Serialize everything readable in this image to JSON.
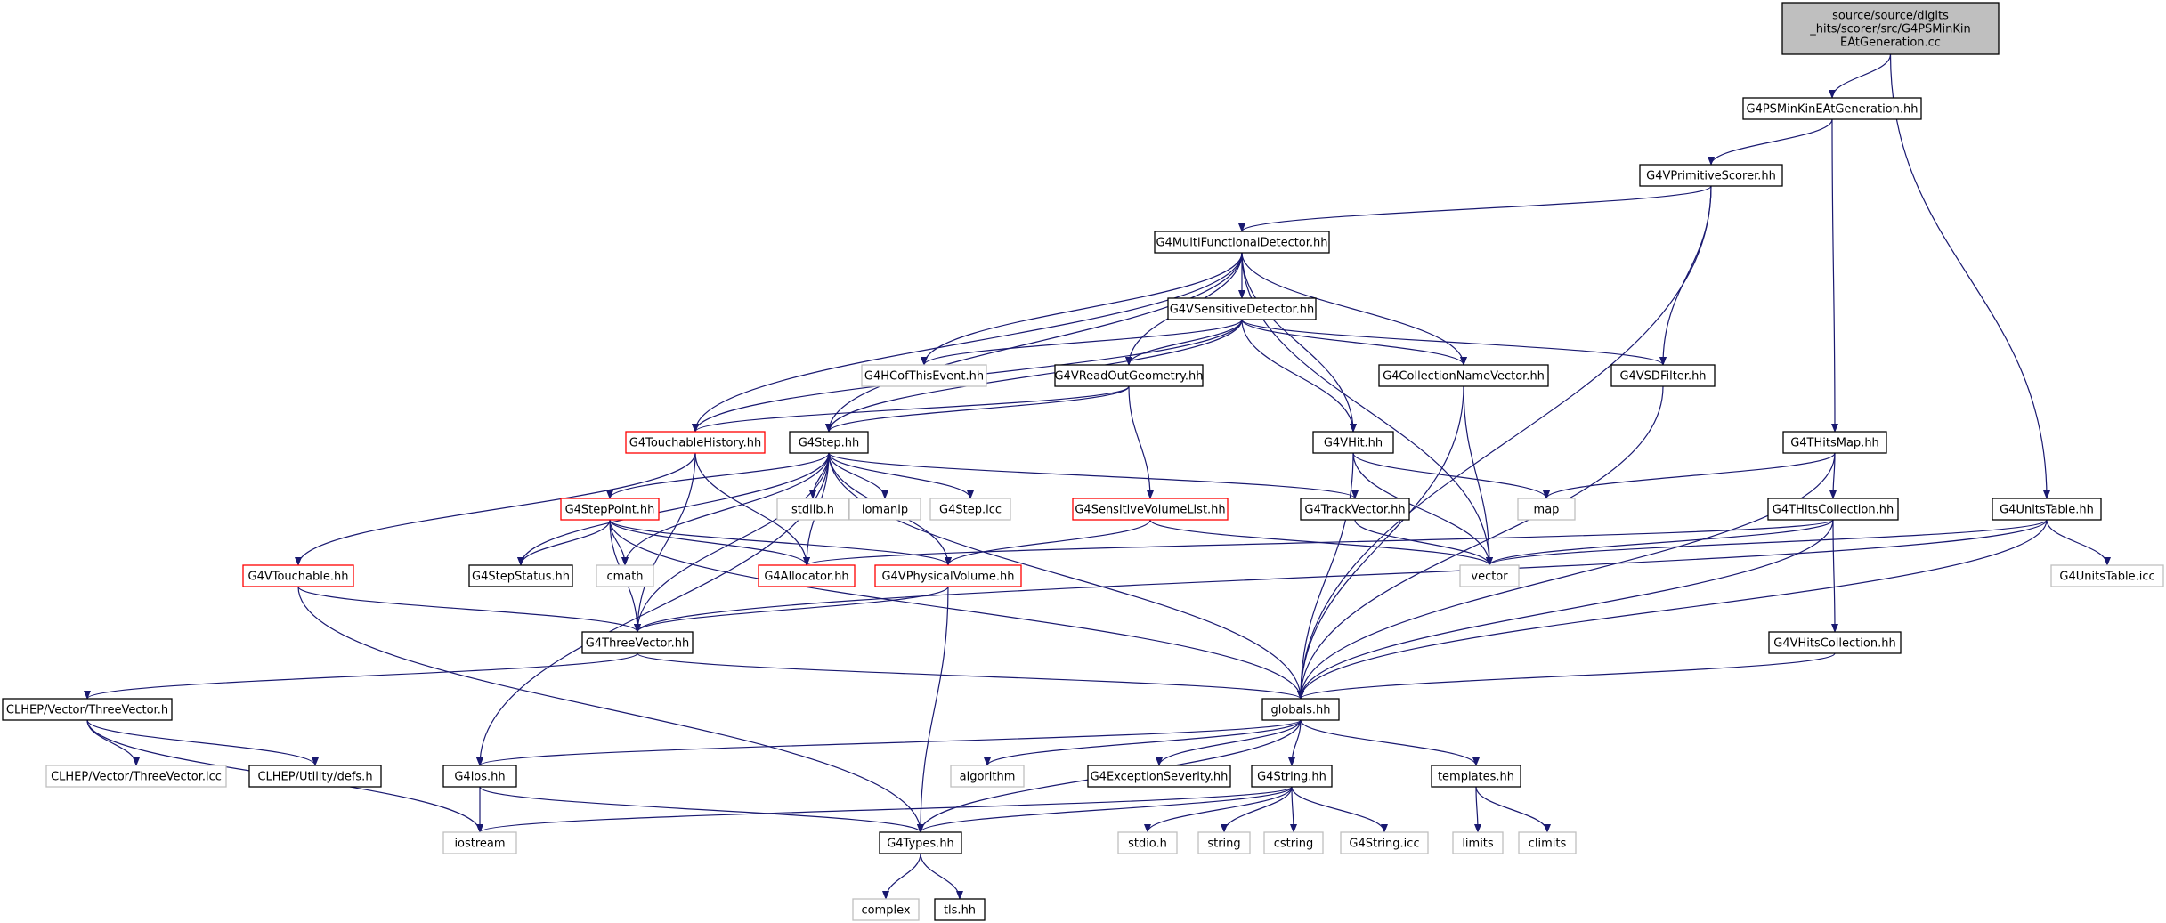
{
  "colors": {
    "edge": "#191970",
    "root_fill": "#bfbfbf",
    "node_border": "#000000",
    "undocumented_border": "#ff0000",
    "external_border": "#bfbfbf",
    "background": "#ffffff"
  },
  "nodes": [
    {
      "id": "root",
      "label_lines": [
        "source/source/digits",
        "_hits/scorer/src/G4PSMinKin",
        "EAtGeneration.cc"
      ],
      "kind": "root"
    },
    {
      "id": "g4psminkineatgeneration",
      "label": "G4PSMinKinEAtGeneration.hh",
      "kind": "documented"
    },
    {
      "id": "g4vprimitivescorer",
      "label": "G4VPrimitiveScorer.hh",
      "kind": "documented"
    },
    {
      "id": "g4multifunctionaldetector",
      "label": "G4MultiFunctionalDetector.hh",
      "kind": "documented"
    },
    {
      "id": "g4vsensitivedetector",
      "label": "G4VSensitiveDetector.hh",
      "kind": "documented"
    },
    {
      "id": "g4hcofthisevent",
      "label": "G4HCofThisEvent.hh",
      "kind": "external"
    },
    {
      "id": "g4vreadoutgeometry",
      "label": "G4VReadOutGeometry.hh",
      "kind": "documented"
    },
    {
      "id": "g4collectionnamevector",
      "label": "G4CollectionNameVector.hh",
      "kind": "documented"
    },
    {
      "id": "g4vsdfilter",
      "label": "G4VSDFilter.hh",
      "kind": "documented"
    },
    {
      "id": "g4touchablehistory",
      "label": "G4TouchableHistory.hh",
      "kind": "undocumented"
    },
    {
      "id": "g4step",
      "label": "G4Step.hh",
      "kind": "documented"
    },
    {
      "id": "g4vhit",
      "label": "G4VHit.hh",
      "kind": "documented"
    },
    {
      "id": "g4thitsmap",
      "label": "G4THitsMap.hh",
      "kind": "documented"
    },
    {
      "id": "stdlib",
      "label": "stdlib.h",
      "kind": "external"
    },
    {
      "id": "iomanip",
      "label": "iomanip",
      "kind": "external"
    },
    {
      "id": "g4stepicc",
      "label": "G4Step.icc",
      "kind": "external"
    },
    {
      "id": "g4stepoint",
      "label": "G4StepPoint.hh",
      "kind": "undocumented"
    },
    {
      "id": "g4sensitivevolumelist",
      "label": "G4SensitiveVolumeList.hh",
      "kind": "undocumented"
    },
    {
      "id": "g4trackvector",
      "label": "G4TrackVector.hh",
      "kind": "documented"
    },
    {
      "id": "map",
      "label": "map",
      "kind": "external"
    },
    {
      "id": "g4thitscollection",
      "label": "G4THitsCollection.hh",
      "kind": "documented"
    },
    {
      "id": "g4unitstable",
      "label": "G4UnitsTable.hh",
      "kind": "documented"
    },
    {
      "id": "g4vtouchable",
      "label": "G4VTouchable.hh",
      "kind": "undocumented"
    },
    {
      "id": "g4stepstatus",
      "label": "G4StepStatus.hh",
      "kind": "documented"
    },
    {
      "id": "cmath",
      "label": "cmath",
      "kind": "external"
    },
    {
      "id": "g4allocator",
      "label": "G4Allocator.hh",
      "kind": "undocumented"
    },
    {
      "id": "g4vphysicalvolume",
      "label": "G4VPhysicalVolume.hh",
      "kind": "undocumented"
    },
    {
      "id": "vector",
      "label": "vector",
      "kind": "external"
    },
    {
      "id": "g4unitstableicc",
      "label": "G4UnitsTable.icc",
      "kind": "external"
    },
    {
      "id": "g4threevector",
      "label": "G4ThreeVector.hh",
      "kind": "documented"
    },
    {
      "id": "g4vhitscollection",
      "label": "G4VHitsCollection.hh",
      "kind": "documented"
    },
    {
      "id": "clhepthreevector",
      "label": "CLHEP/Vector/ThreeVector.h",
      "kind": "documented"
    },
    {
      "id": "globals",
      "label": "globals.hh",
      "kind": "documented"
    },
    {
      "id": "clhepthreevectoricc",
      "label": "CLHEP/Vector/ThreeVector.icc",
      "kind": "external"
    },
    {
      "id": "clhepdefs",
      "label": "CLHEP/Utility/defs.h",
      "kind": "documented"
    },
    {
      "id": "g4ios",
      "label": "G4ios.hh",
      "kind": "documented"
    },
    {
      "id": "algorithm",
      "label": "algorithm",
      "kind": "external"
    },
    {
      "id": "g4exceptionseverity",
      "label": "G4ExceptionSeverity.hh",
      "kind": "documented"
    },
    {
      "id": "g4string",
      "label": "G4String.hh",
      "kind": "documented"
    },
    {
      "id": "templates",
      "label": "templates.hh",
      "kind": "documented"
    },
    {
      "id": "iostream",
      "label": "iostream",
      "kind": "external"
    },
    {
      "id": "g4types",
      "label": "G4Types.hh",
      "kind": "documented"
    },
    {
      "id": "stdio",
      "label": "stdio.h",
      "kind": "external"
    },
    {
      "id": "string",
      "label": "string",
      "kind": "external"
    },
    {
      "id": "cstring",
      "label": "cstring",
      "kind": "external"
    },
    {
      "id": "g4stringicc",
      "label": "G4String.icc",
      "kind": "external"
    },
    {
      "id": "limits",
      "label": "limits",
      "kind": "external"
    },
    {
      "id": "climits",
      "label": "climits",
      "kind": "external"
    },
    {
      "id": "complex",
      "label": "complex",
      "kind": "external"
    },
    {
      "id": "tls",
      "label": "tls.hh",
      "kind": "documented"
    }
  ],
  "edges": [
    [
      "root",
      "g4psminkineatgeneration"
    ],
    [
      "root",
      "g4unitstable"
    ],
    [
      "g4psminkineatgeneration",
      "g4vprimitivescorer"
    ],
    [
      "g4psminkineatgeneration",
      "g4thitsmap"
    ],
    [
      "g4vprimitivescorer",
      "g4multifunctionaldetector"
    ],
    [
      "g4vprimitivescorer",
      "g4vsdfilter"
    ],
    [
      "g4vprimitivescorer",
      "globals"
    ],
    [
      "g4multifunctionaldetector",
      "g4vsensitivedetector"
    ],
    [
      "g4multifunctionaldetector",
      "g4hcofthisevent"
    ],
    [
      "g4multifunctionaldetector",
      "g4vreadoutgeometry"
    ],
    [
      "g4multifunctionaldetector",
      "g4collectionnamevector"
    ],
    [
      "g4multifunctionaldetector",
      "g4touchablehistory"
    ],
    [
      "g4multifunctionaldetector",
      "g4step"
    ],
    [
      "g4multifunctionaldetector",
      "g4vhit"
    ],
    [
      "g4multifunctionaldetector",
      "vector"
    ],
    [
      "g4vsensitivedetector",
      "g4hcofthisevent"
    ],
    [
      "g4vsensitivedetector",
      "g4vreadoutgeometry"
    ],
    [
      "g4vsensitivedetector",
      "g4collectionnamevector"
    ],
    [
      "g4vsensitivedetector",
      "g4vsdfilter"
    ],
    [
      "g4vsensitivedetector",
      "g4touchablehistory"
    ],
    [
      "g4vsensitivedetector",
      "g4step"
    ],
    [
      "g4vsensitivedetector",
      "g4vhit"
    ],
    [
      "g4vreadoutgeometry",
      "g4touchablehistory"
    ],
    [
      "g4vreadoutgeometry",
      "g4step"
    ],
    [
      "g4vreadoutgeometry",
      "g4sensitivevolumelist"
    ],
    [
      "g4collectionnamevector",
      "vector"
    ],
    [
      "g4collectionnamevector",
      "globals"
    ],
    [
      "g4vsdfilter",
      "globals"
    ],
    [
      "g4touchablehistory",
      "g4vtouchable"
    ],
    [
      "g4touchablehistory",
      "g4allocator"
    ],
    [
      "g4touchablehistory",
      "g4threevector"
    ],
    [
      "g4step",
      "stdlib"
    ],
    [
      "g4step",
      "iomanip"
    ],
    [
      "g4step",
      "g4stepicc"
    ],
    [
      "g4step",
      "g4stepoint"
    ],
    [
      "g4step",
      "g4trackvector"
    ],
    [
      "g4step",
      "g4stepstatus"
    ],
    [
      "g4step",
      "cmath"
    ],
    [
      "g4step",
      "g4allocator"
    ],
    [
      "g4step",
      "g4vphysicalvolume"
    ],
    [
      "g4step",
      "g4threevector"
    ],
    [
      "g4step",
      "globals"
    ],
    [
      "g4step",
      "g4ios"
    ],
    [
      "g4stepoint",
      "g4stepstatus"
    ],
    [
      "g4stepoint",
      "cmath"
    ],
    [
      "g4stepoint",
      "g4allocator"
    ],
    [
      "g4stepoint",
      "g4vphysicalvolume"
    ],
    [
      "g4stepoint",
      "g4threevector"
    ],
    [
      "g4stepoint",
      "globals"
    ],
    [
      "g4sensitivevolumelist",
      "g4vphysicalvolume"
    ],
    [
      "g4sensitivevolumelist",
      "vector"
    ],
    [
      "g4trackvector",
      "vector"
    ],
    [
      "g4vhit",
      "map"
    ],
    [
      "g4vhit",
      "vector"
    ],
    [
      "g4vhit",
      "globals"
    ],
    [
      "g4thitsmap",
      "map"
    ],
    [
      "g4thitsmap",
      "g4thitscollection"
    ],
    [
      "g4thitsmap",
      "globals"
    ],
    [
      "g4thitscollection",
      "vector"
    ],
    [
      "g4thitscollection",
      "g4allocator"
    ],
    [
      "g4thitscollection",
      "g4vhitscollection"
    ],
    [
      "g4thitscollection",
      "globals"
    ],
    [
      "g4unitstable",
      "vector"
    ],
    [
      "g4unitstable",
      "g4unitstableicc"
    ],
    [
      "g4unitstable",
      "g4threevector"
    ],
    [
      "g4unitstable",
      "globals"
    ],
    [
      "g4vtouchable",
      "g4threevector"
    ],
    [
      "g4vtouchable",
      "g4types"
    ],
    [
      "g4vphysicalvolume",
      "g4threevector"
    ],
    [
      "g4vphysicalvolume",
      "g4types"
    ],
    [
      "g4threevector",
      "clhepthreevector"
    ],
    [
      "g4threevector",
      "globals"
    ],
    [
      "g4vhitscollection",
      "globals"
    ],
    [
      "clhepthreevector",
      "clhepthreevectoricc"
    ],
    [
      "clhepthreevector",
      "clhepdefs"
    ],
    [
      "clhepthreevector",
      "iostream"
    ],
    [
      "globals",
      "g4ios"
    ],
    [
      "globals",
      "algorithm"
    ],
    [
      "globals",
      "g4exceptionseverity"
    ],
    [
      "globals",
      "g4string"
    ],
    [
      "globals",
      "templates"
    ],
    [
      "globals",
      "g4types"
    ],
    [
      "g4ios",
      "iostream"
    ],
    [
      "g4ios",
      "g4types"
    ],
    [
      "g4string",
      "iostream"
    ],
    [
      "g4string",
      "g4types"
    ],
    [
      "g4string",
      "stdio"
    ],
    [
      "g4string",
      "string"
    ],
    [
      "g4string",
      "cstring"
    ],
    [
      "g4string",
      "g4stringicc"
    ],
    [
      "templates",
      "limits"
    ],
    [
      "templates",
      "climits"
    ],
    [
      "g4types",
      "complex"
    ],
    [
      "g4types",
      "tls"
    ]
  ]
}
